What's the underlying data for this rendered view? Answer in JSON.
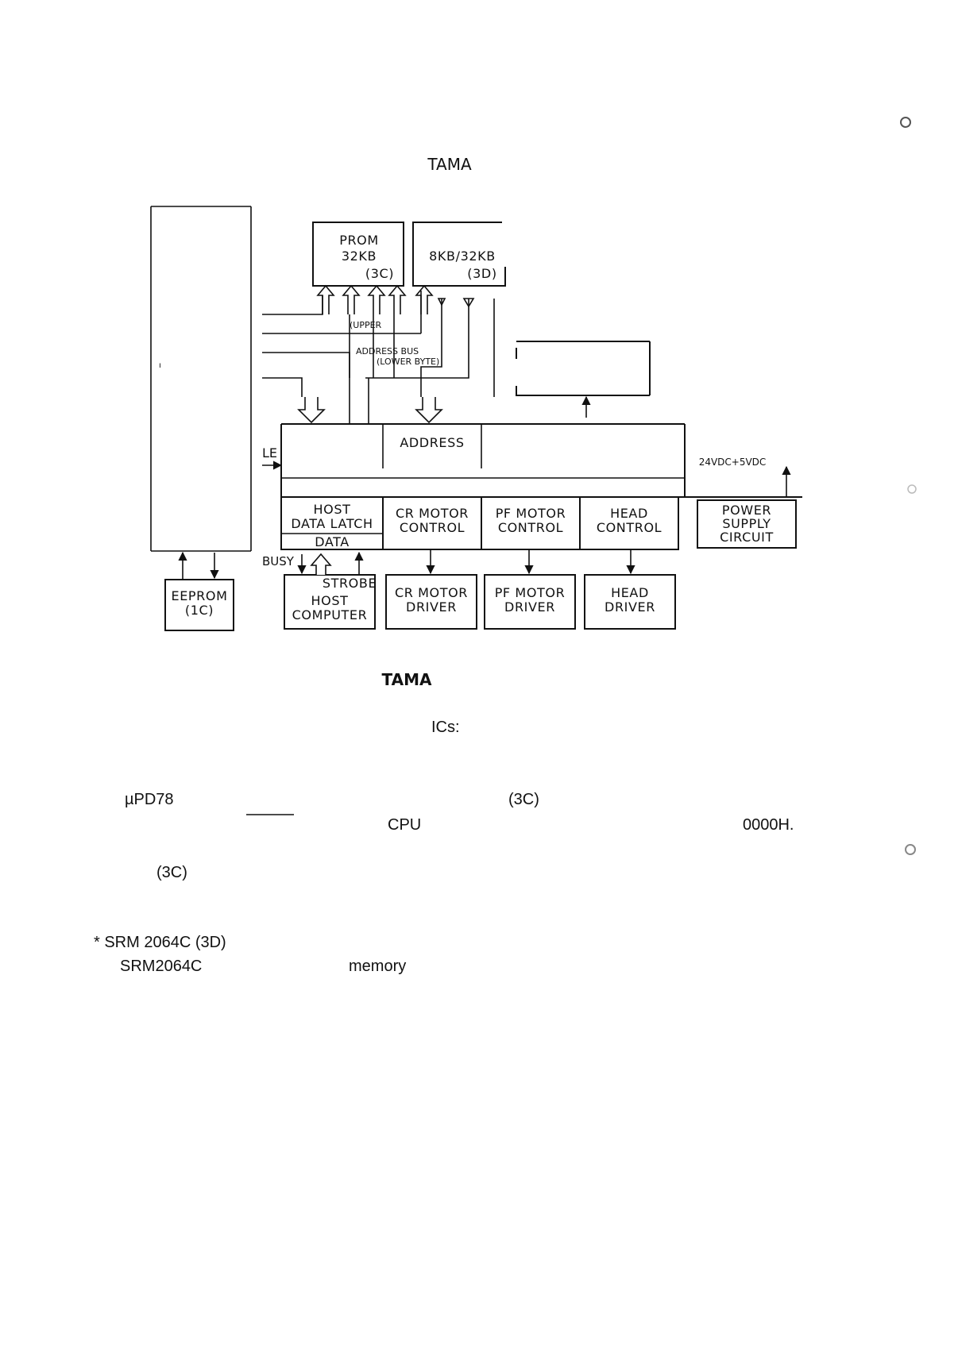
{
  "figure": {
    "title_top": "TAMA",
    "caption": "TAMA",
    "labels": {
      "prom": [
        "PROM",
        "32KB",
        "(3C)"
      ],
      "ram": [
        "8KB/32KB",
        "(3D)"
      ],
      "upper": "(UPPER",
      "address_bus": "ADDRESS BUS",
      "lower_byte": "(LOWER BYTE)",
      "ale": "LE",
      "address": "ADDRESS",
      "voltage": "24VDC+5VDC",
      "host_latch": [
        "HOST",
        "DATA LATCH",
        "DATA"
      ],
      "cr_motor_control": [
        "CR MOTOR",
        "CONTROL"
      ],
      "pf_motor_control": [
        "PF MOTOR",
        "CONTROL"
      ],
      "head_control": [
        "HEAD",
        "CONTROL"
      ],
      "power_supply": [
        "POWER",
        "SUPPLY",
        "CIRCUIT"
      ],
      "busy": "BUSY",
      "strobe": "STROBE",
      "host_computer": [
        "HOST",
        "COMPUTER"
      ],
      "cr_motor_driver": [
        "CR MOTOR",
        "DRIVER"
      ],
      "pf_motor_driver": [
        "PF MOTOR",
        "DRIVER"
      ],
      "head_driver": [
        "HEAD",
        "DRIVER"
      ],
      "eeprom": [
        "EEPROM",
        "(1C)"
      ]
    }
  },
  "text_fragments": {
    "ics": "ICs:",
    "upd78": "µPD78",
    "p3c_1": "(3C)",
    "cpu": "CPU",
    "hex": "0000H.",
    "p3c_2": "(3C)",
    "srm_item": "* SRM 2064C (3D)",
    "srm": "SRM2064C",
    "memory": "memory"
  }
}
